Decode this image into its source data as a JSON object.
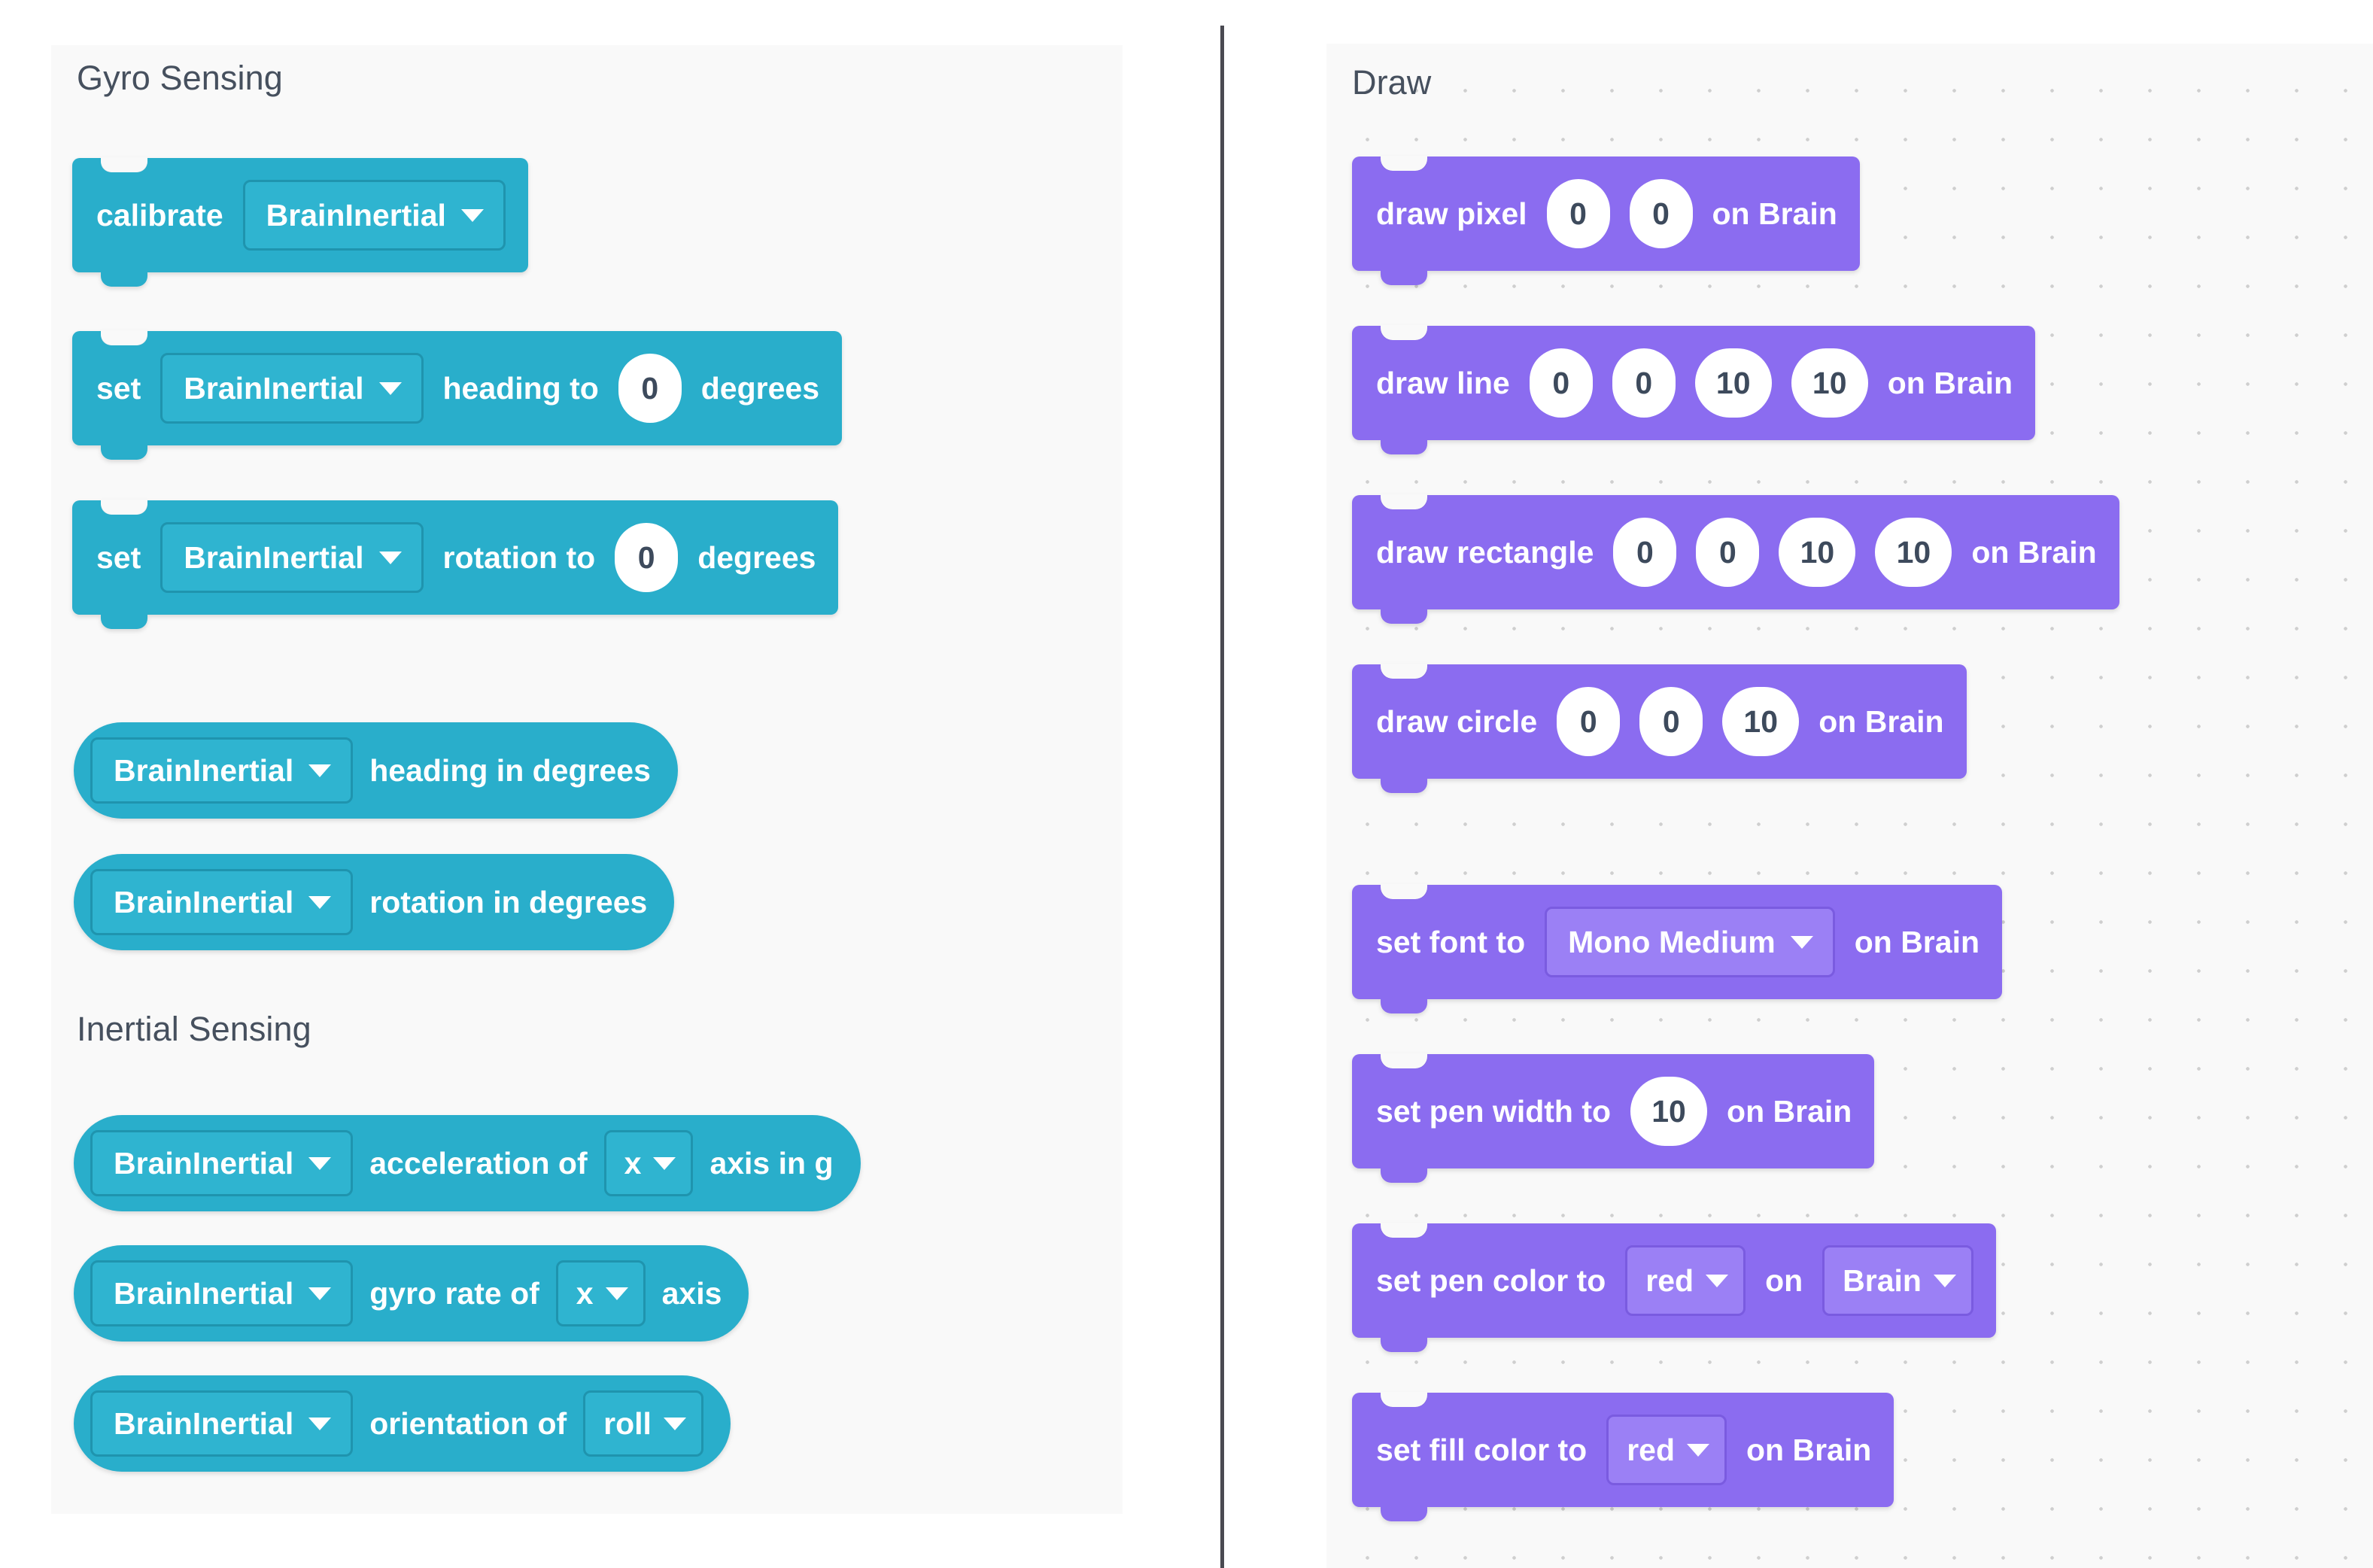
{
  "left_panel": {
    "sections": [
      {
        "id": "gyro-sensing",
        "title": "Gyro Sensing"
      },
      {
        "id": "inertial-sensing",
        "title": "Inertial Sensing"
      }
    ],
    "blocks": {
      "calibrate": {
        "label": "calibrate",
        "device": "BrainInertial"
      },
      "set_heading": {
        "set": "set",
        "device": "BrainInertial",
        "mid": "heading to",
        "value": "0",
        "unit": "degrees"
      },
      "set_rotation": {
        "set": "set",
        "device": "BrainInertial",
        "mid": "rotation to",
        "value": "0",
        "unit": "degrees"
      },
      "heading_report": {
        "device": "BrainInertial",
        "label": "heading in degrees"
      },
      "rotation_report": {
        "device": "BrainInertial",
        "label": "rotation in degrees"
      },
      "acceleration": {
        "device": "BrainInertial",
        "mid": "acceleration of",
        "axis": "x",
        "tail": "axis in g"
      },
      "gyro_rate": {
        "device": "BrainInertial",
        "mid": "gyro rate of",
        "axis": "x",
        "tail": "axis"
      },
      "orientation": {
        "device": "BrainInertial",
        "mid": "orientation of",
        "axis": "roll"
      }
    }
  },
  "right_panel": {
    "section_title": "Draw",
    "blocks": {
      "draw_pixel": {
        "label": "draw pixel",
        "x": "0",
        "y": "0",
        "tail": "on Brain"
      },
      "draw_line": {
        "label": "draw line",
        "x1": "0",
        "y1": "0",
        "x2": "10",
        "y2": "10",
        "tail": "on Brain"
      },
      "draw_rectangle": {
        "label": "draw rectangle",
        "x": "0",
        "y": "0",
        "w": "10",
        "h": "10",
        "tail": "on Brain"
      },
      "draw_circle": {
        "label": "draw circle",
        "x": "0",
        "y": "0",
        "r": "10",
        "tail": "on Brain"
      },
      "set_font": {
        "label": "set font to",
        "font": "Mono Medium",
        "tail": "on Brain"
      },
      "set_pen_width": {
        "label": "set pen width to",
        "value": "10",
        "tail": "on Brain"
      },
      "set_pen_color": {
        "label": "set pen color to",
        "color": "red",
        "mid": "on",
        "device": "Brain"
      },
      "set_fill_color": {
        "label": "set fill color to",
        "color": "red",
        "tail": "on Brain"
      }
    }
  },
  "colors": {
    "sensing_teal": "#29aecb",
    "looks_purple": "#8b6cf0",
    "panel_bg": "#f9f9f9",
    "heading_text": "#46505e",
    "divider": "#4a4a52"
  },
  "icons": {
    "dropdown": "chevron-down-icon"
  }
}
